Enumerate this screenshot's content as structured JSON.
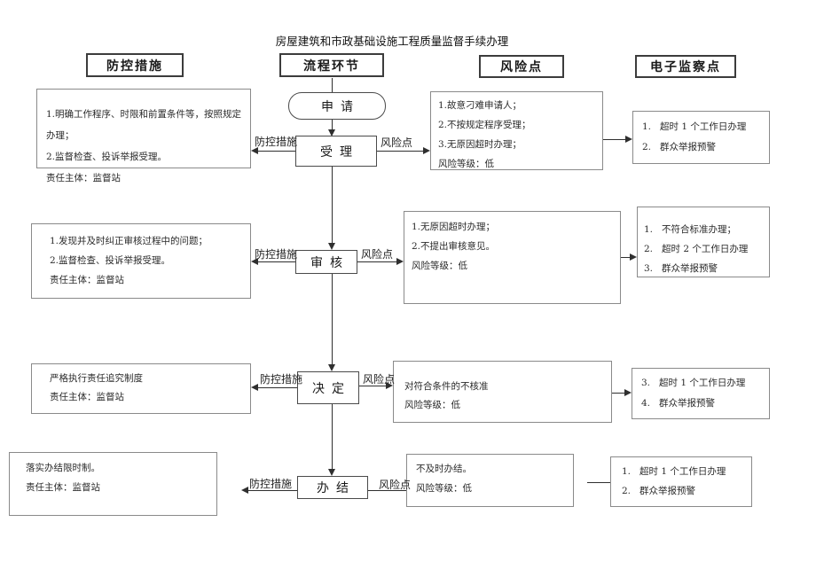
{
  "title": "房屋建筑和市政基础设施工程质量监督手续办理",
  "column_headers": {
    "prevention": "防控措施",
    "process": "流程环节",
    "risk": "风险点",
    "monitor": "电子监察点"
  },
  "arrow_labels": {
    "prevention": "防控措施",
    "risk": "风险点"
  },
  "flow": {
    "apply": "申请",
    "accept": "受理",
    "review": "审核",
    "decide": "决定",
    "complete": "办结"
  },
  "prevention_boxes": [
    [
      "1.明确工作程序、时限和前置条件等，按照规定办理；",
      "2.监督检查、投诉举报受理。",
      "责任主体：监督站"
    ],
    [
      "1.发现并及时纠正审核过程中的问题；",
      "2.监督检查、投诉举报受理。",
      "责任主体：监督站"
    ],
    [
      "严格执行责任追究制度",
      "责任主体：监督站"
    ],
    [
      "落实办结限时制。",
      "责任主体：监督站"
    ]
  ],
  "risk_boxes": [
    [
      "1.故意刁难申请人；",
      "2.不按规定程序受理；",
      "3.无原因超时办理；",
      "风险等级：低"
    ],
    [
      "1.无原因超时办理；",
      "2.不提出审核意见。",
      "风险等级：低"
    ],
    [
      "对符合条件的不核准",
      "风险等级：低"
    ],
    [
      "不及时办结。",
      "风险等级：低"
    ]
  ],
  "monitor_boxes": [
    [
      {
        "n": "1.",
        "t": "超时 1 个工作日办理"
      },
      {
        "n": "2.",
        "t": "群众举报预警"
      }
    ],
    [
      {
        "n": "1.",
        "t": "不符合标准办理；"
      },
      {
        "n": "2.",
        "t": "超时 2 个工作日办理"
      },
      {
        "n": "3.",
        "t": "群众举报预警"
      }
    ],
    [
      {
        "n": "3.",
        "t": "超时 1 个工作日办理"
      },
      {
        "n": "4.",
        "t": "群众举报预警"
      }
    ],
    [
      {
        "n": "1.",
        "t": "超时 1 个工作日办理"
      },
      {
        "n": "2.",
        "t": "群众举报预警"
      }
    ]
  ]
}
